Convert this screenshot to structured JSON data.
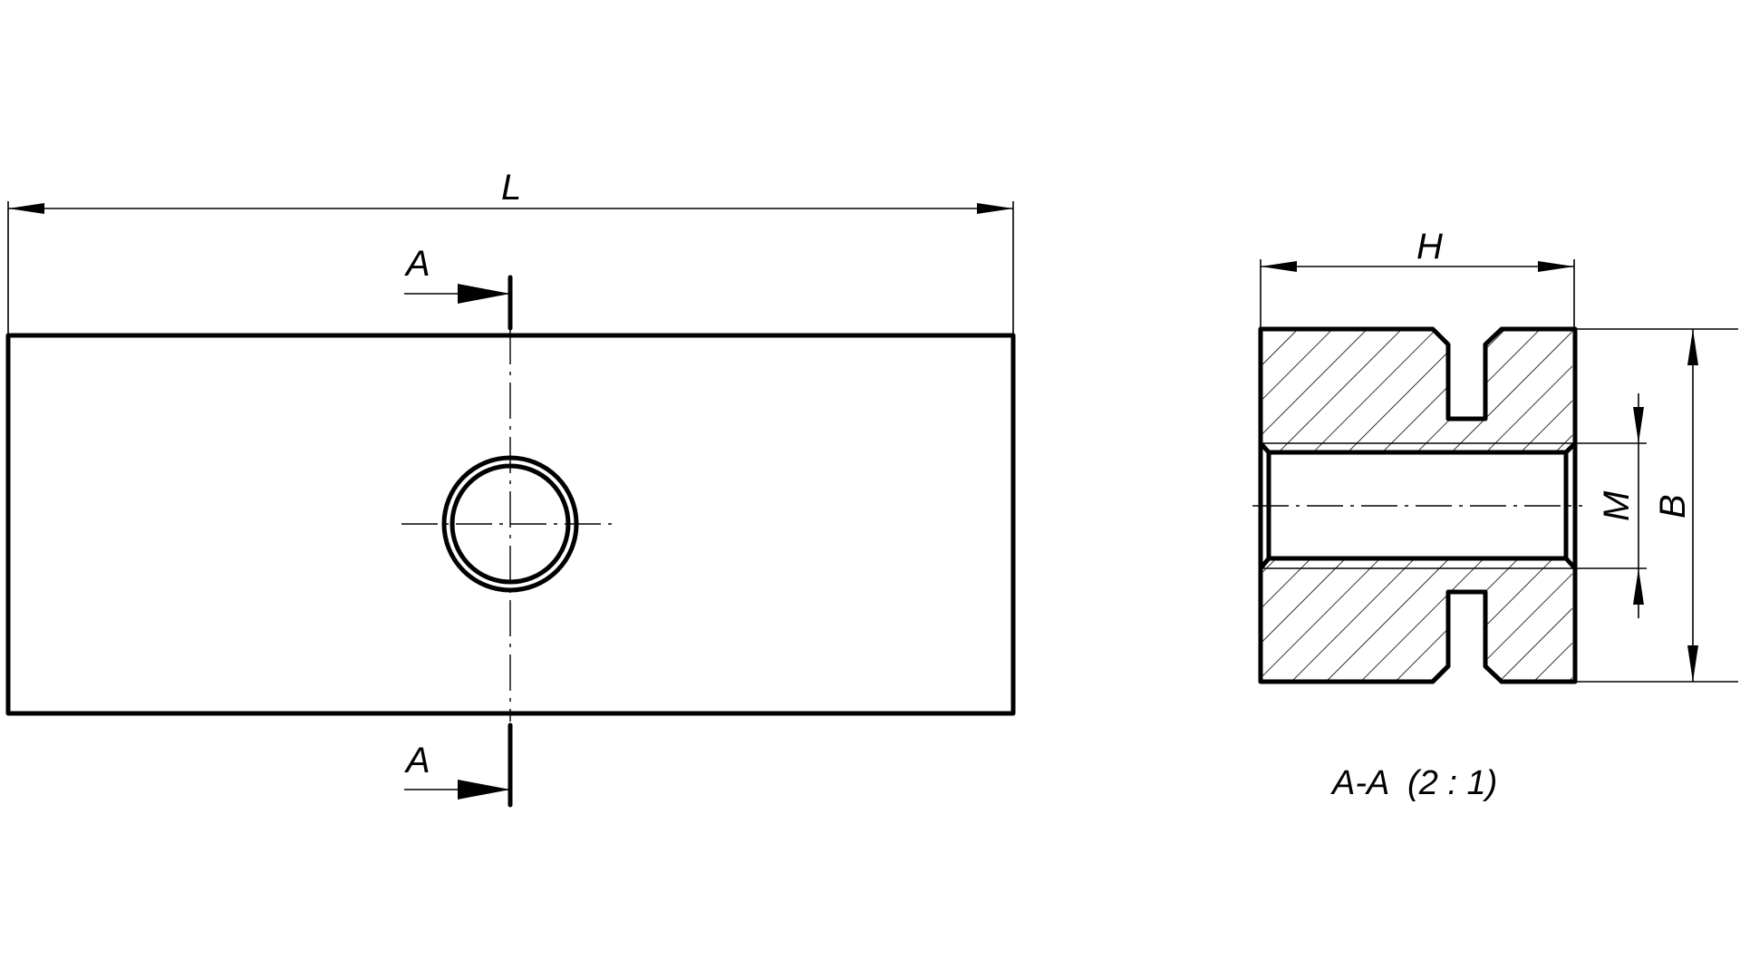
{
  "drawing": {
    "front_view": {
      "length_label": "L",
      "section_label_top": "A",
      "section_label_bottom": "A"
    },
    "section_view": {
      "height_label": "H",
      "thread_label": "M",
      "width_label": "B",
      "caption": "A-A  (2 : 1)"
    },
    "line_color": "#000000",
    "background_color": "#ffffff"
  }
}
